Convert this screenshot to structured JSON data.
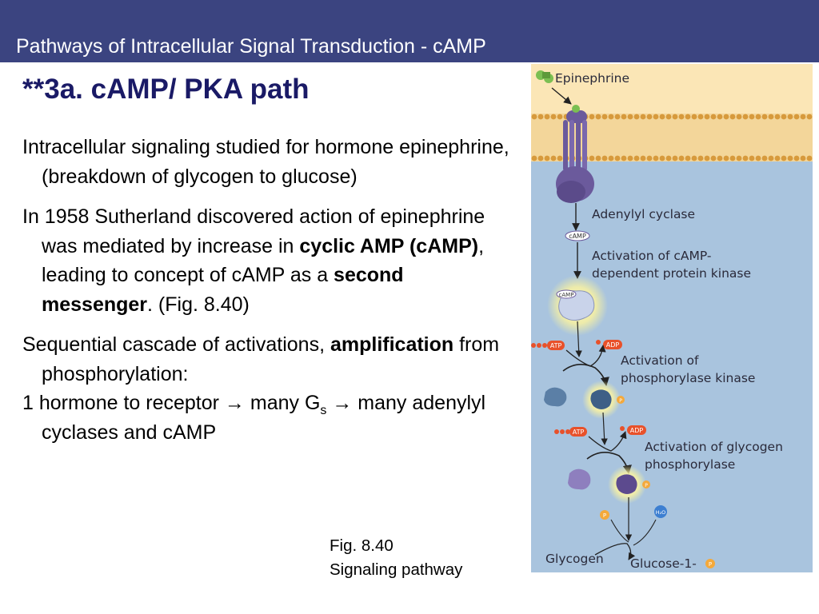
{
  "slide": {
    "title": "Pathways of Intracellular Signal Transduction - cAMP",
    "heading": "**3a. cAMP/ PKA path",
    "p1": "Intracellular signaling studied for hormone epinephrine, (breakdown of glycogen to glucose)",
    "p2": {
      "t1": "In 1958 Sutherland discovered action of epinephrine was mediated by increase in ",
      "b1": "cyclic AMP (cAMP)",
      "t2": ", leading to concept of cAMP as a ",
      "b2": "second messenger",
      "t3": ". (Fig. 8.40)"
    },
    "p3": {
      "t1": "Sequential cascade of activations, ",
      "b1": "amplification",
      "t2": " from phosphorylation:"
    },
    "p4": {
      "t1": "1 hormone to receptor → many G",
      "sub": "s",
      "t2": " → many adenylyl cyclases and cAMP"
    },
    "caption_line1": "Fig. 8.40",
    "caption_line2": "Signaling pathway"
  },
  "figure": {
    "epinephrine": "Epinephrine",
    "adenylyl_cyclase": "Adenylyl cyclase",
    "camp": "cAMP",
    "camp_on_kinase": "cAMP",
    "pka_line1": "Activation of cAMP-",
    "pka_line2": "dependent protein kinase",
    "atp1": "ATP",
    "adp1": "ADP",
    "phk_line1": "Activation of",
    "phk_line2": "phosphorylase kinase",
    "atp2": "ATP",
    "adp2": "ADP",
    "gp_line1": "Activation of glycogen",
    "gp_line2": "phosphorylase",
    "p_badge": "P",
    "water": "H₂O",
    "glycogen": "Glycogen",
    "glucose": "Glucose-1-",
    "colors": {
      "title_bar": "#3b4480",
      "heading": "#1a1a66",
      "membrane_top": "#fbe6b6",
      "cytoplasm": "#a9c4de",
      "receptor": "#6b5a9c",
      "ligand": "#7bbf52",
      "atp": "#e8512a",
      "phosphate": "#f4a93b"
    }
  }
}
